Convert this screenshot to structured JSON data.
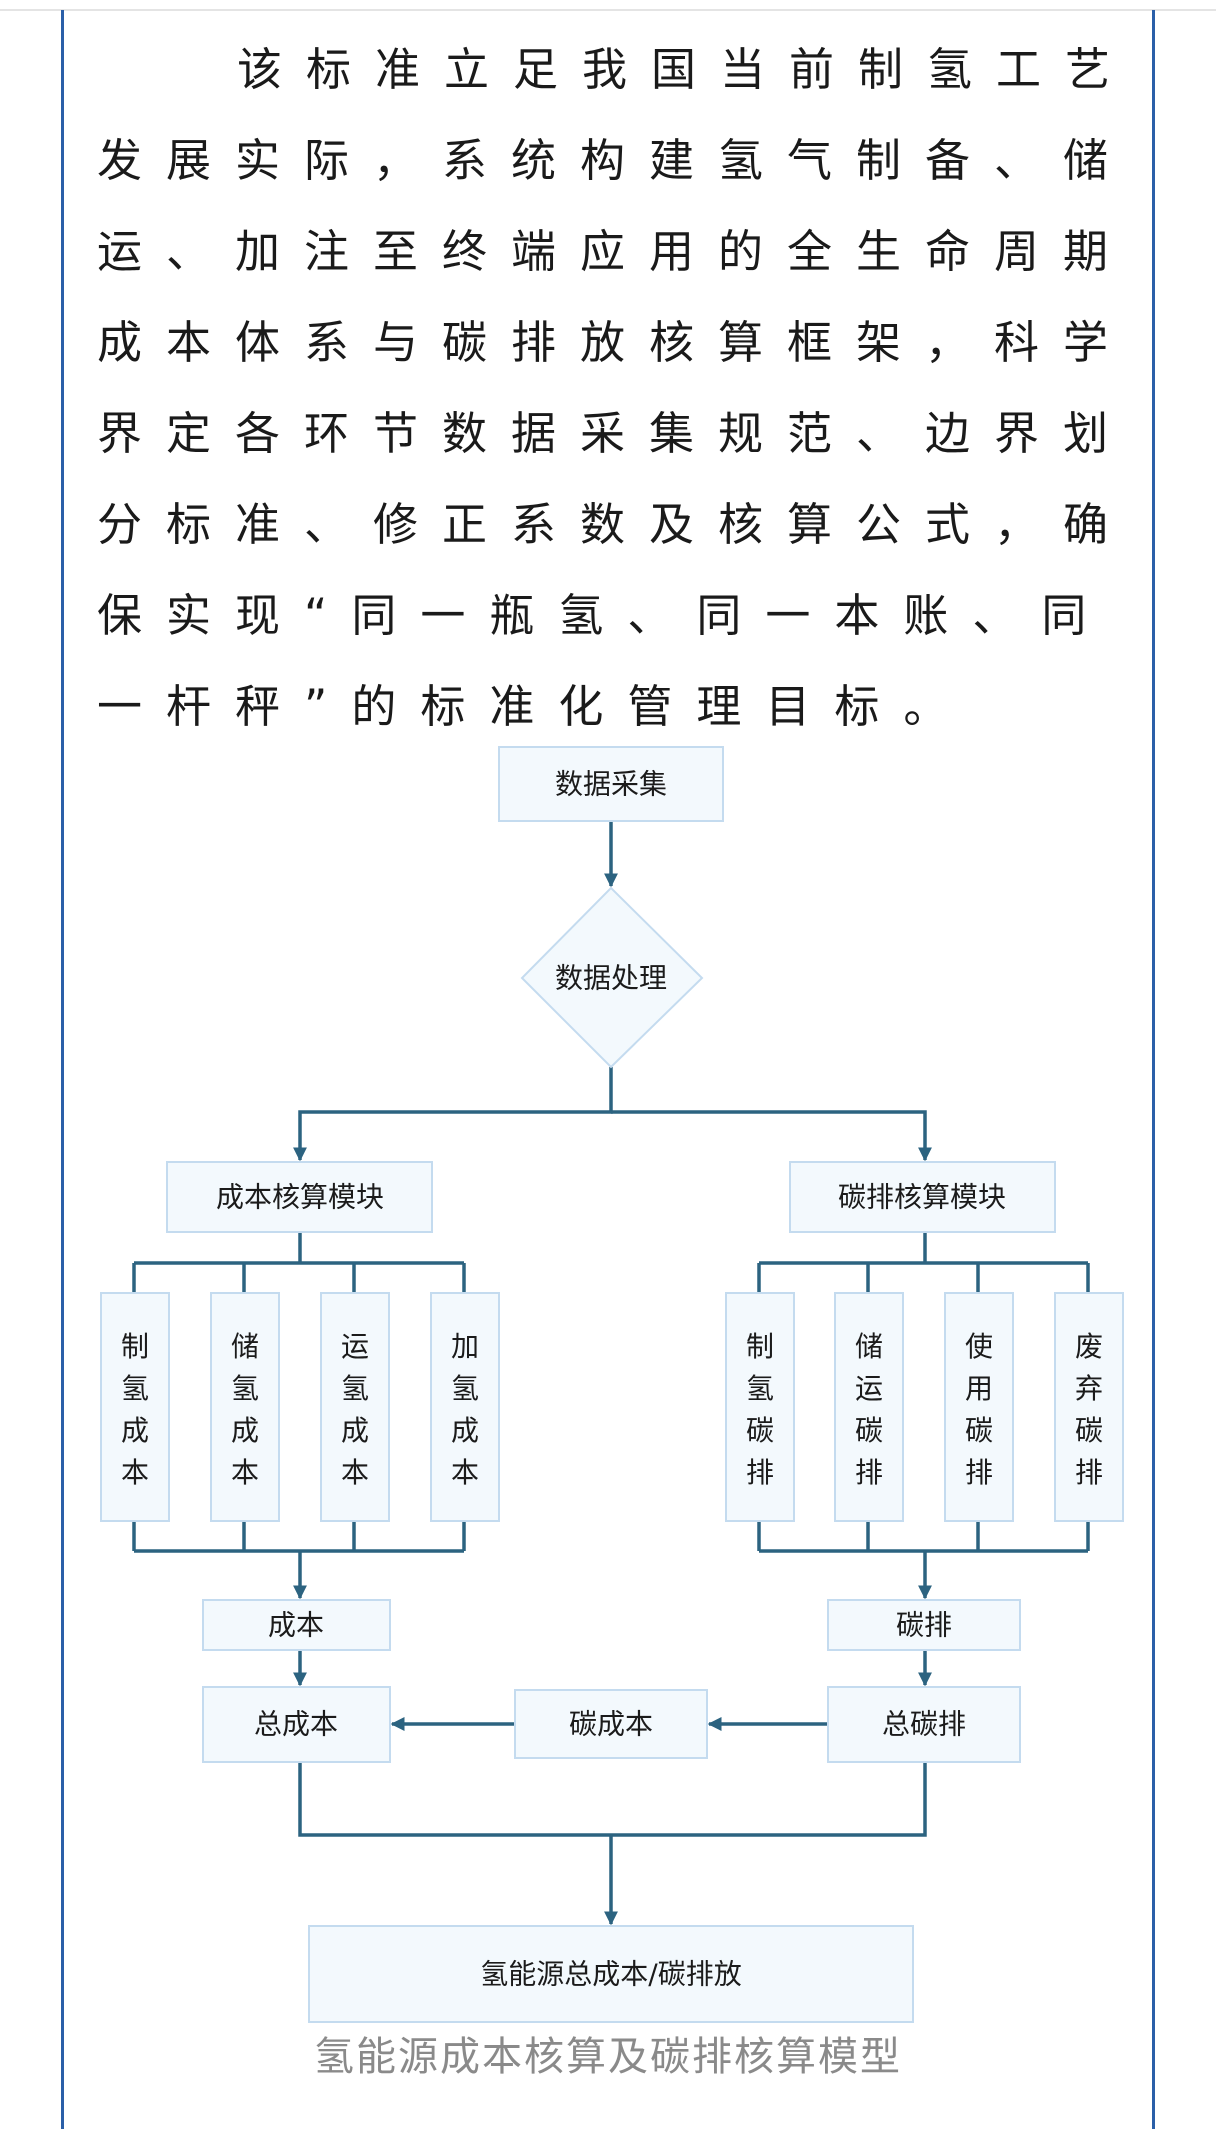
{
  "article": {
    "paragraph": "该标准立足我国当前制氢工艺发展实际，系统构建氢气制备、储运、加注至终端应用的全生命周期成本体系与碳排放核算框架，科学界定各环节数据采集规范、边界划分标准、修正系数及核算公式，确保实现“同一瓶氢、同一本账、同一杆秤”的标准化管理目标。"
  },
  "diagram": {
    "colors": {
      "box_fill": "#f3f9fd",
      "box_border": "#c4dbef",
      "connector": "#2c6380"
    },
    "data_collection": "数据采集",
    "data_processing": "数据处理",
    "cost_module": {
      "title": "成本核算模块",
      "items": [
        "制氢成本",
        "储氢成本",
        "运氢成本",
        "加氢成本"
      ],
      "subtotal": "成本",
      "total": "总成本"
    },
    "carbon_module": {
      "title": "碳排核算模块",
      "items": [
        "制氢碳排",
        "储运碳排",
        "使用碳排",
        "废弃碳排"
      ],
      "subtotal": "碳排",
      "total": "总碳排"
    },
    "carbon_cost": "碳成本",
    "final_output": "氢能源总成本/碳排放"
  },
  "figure": {
    "caption": "氢能源成本核算及碳排核算模型"
  }
}
